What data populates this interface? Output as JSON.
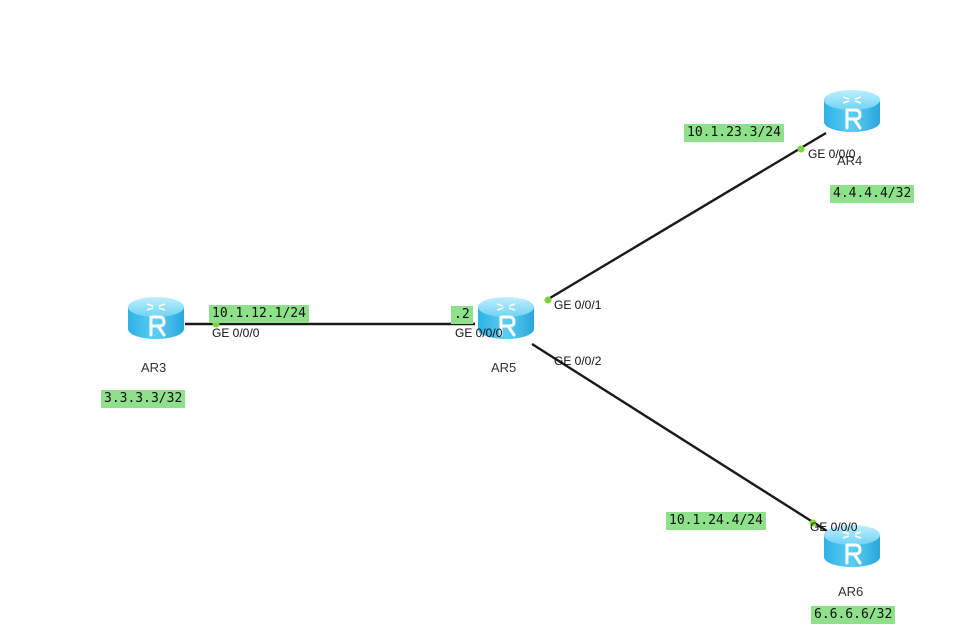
{
  "routers": [
    {
      "id": "AR3",
      "name": "AR3"
    },
    {
      "id": "AR4",
      "name": "AR4"
    },
    {
      "id": "AR5",
      "name": "AR5"
    },
    {
      "id": "AR6",
      "name": "AR6"
    }
  ],
  "ports": {
    "ar3_ge000": "GE 0/0/0",
    "ar5_ge000": "GE 0/0/0",
    "ar5_ge001": "GE 0/0/1",
    "ar5_ge002": "GE 0/0/2",
    "ar4_ge000": "GE 0/0/0",
    "ar6_ge000": "GE 0/0/0"
  },
  "addresses": {
    "link_ar3_ar5": "10.1.12.1/24",
    "ar5_host_suffix": ".2",
    "link_ar5_ar4": "10.1.23.3/24",
    "link_ar5_ar6": "10.1.24.4/24",
    "ar3_loopback": "3.3.3.3/32",
    "ar4_loopback": "4.4.4.4/32",
    "ar6_loopback": "6.6.6.6/32"
  },
  "colors": {
    "label_bg": "#8ee08a",
    "port_dot": "#7ed23c",
    "router_body": "#4ec4ee",
    "link": "#1a1a1a"
  },
  "icons": {
    "router": "router-icon"
  }
}
